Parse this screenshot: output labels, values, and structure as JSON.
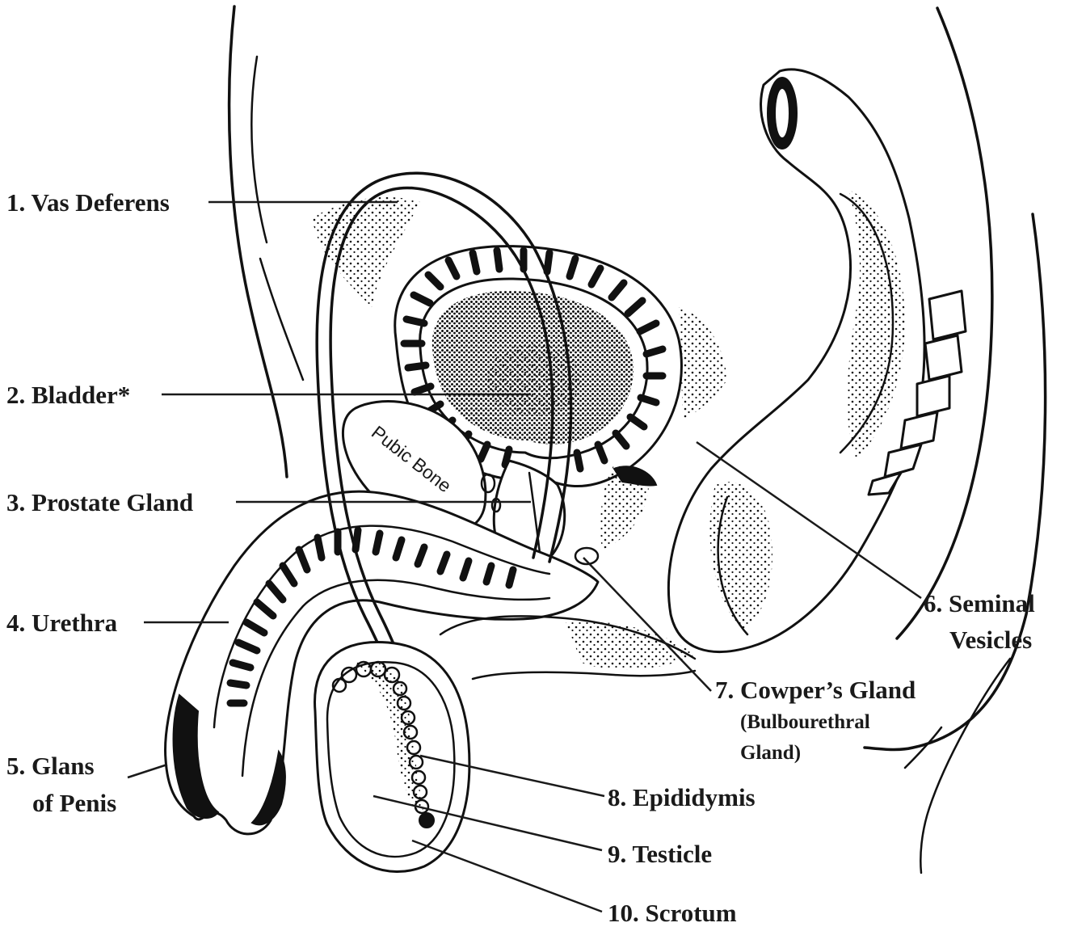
{
  "labels": [
    {
      "id": "vas-deferens",
      "number": "1.",
      "text": "Vas Deferens"
    },
    {
      "id": "bladder",
      "number": "2.",
      "text": "Bladder*"
    },
    {
      "id": "prostate-gland",
      "number": "3.",
      "text": "Prostate Gland"
    },
    {
      "id": "urethra",
      "number": "4.",
      "text": "Urethra"
    },
    {
      "id": "glans-of-penis",
      "number": "5.",
      "lines": [
        "Glans",
        "of Penis"
      ]
    },
    {
      "id": "seminal-vesicles",
      "number": "6.",
      "lines": [
        "Seminal",
        "Vesicles"
      ]
    },
    {
      "id": "cowpers-gland",
      "number": "7.",
      "text": "Cowper’s Gland",
      "sub_lines": [
        "(Bulbourethral",
        "Gland)"
      ]
    },
    {
      "id": "epididymis",
      "number": "8.",
      "text": "Epididymis"
    },
    {
      "id": "testicle",
      "number": "9.",
      "text": "Testicle"
    },
    {
      "id": "scrotum",
      "number": "10.",
      "text": "Scrotum"
    }
  ],
  "structures": {
    "pubic_bone": "Pubic Bone"
  },
  "colors": {
    "ink": "#111111",
    "background": "#ffffff"
  }
}
